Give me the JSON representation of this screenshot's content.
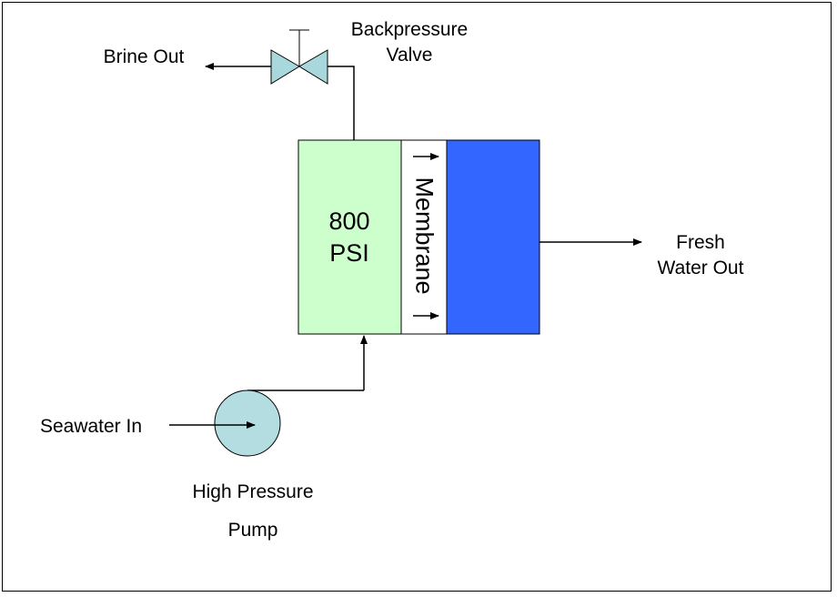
{
  "labels": {
    "brine_out": "Brine Out",
    "backpressure_valve": "Backpressure\nValve",
    "pressure_line1": "800",
    "pressure_line2": "PSI",
    "membrane": "Membrane",
    "fresh_water_out": "Fresh\nWater Out",
    "seawater_in": "Seawater In",
    "pump_line1": "High Pressure",
    "pump_line2": "Pump"
  },
  "colors": {
    "high_pressure_chamber": "#ccffcc",
    "fresh_water_chamber": "#3366ff",
    "membrane": "#ffffff",
    "pump": "#b3dde0",
    "valve": "#a8d8dc",
    "lines": "#000000"
  }
}
